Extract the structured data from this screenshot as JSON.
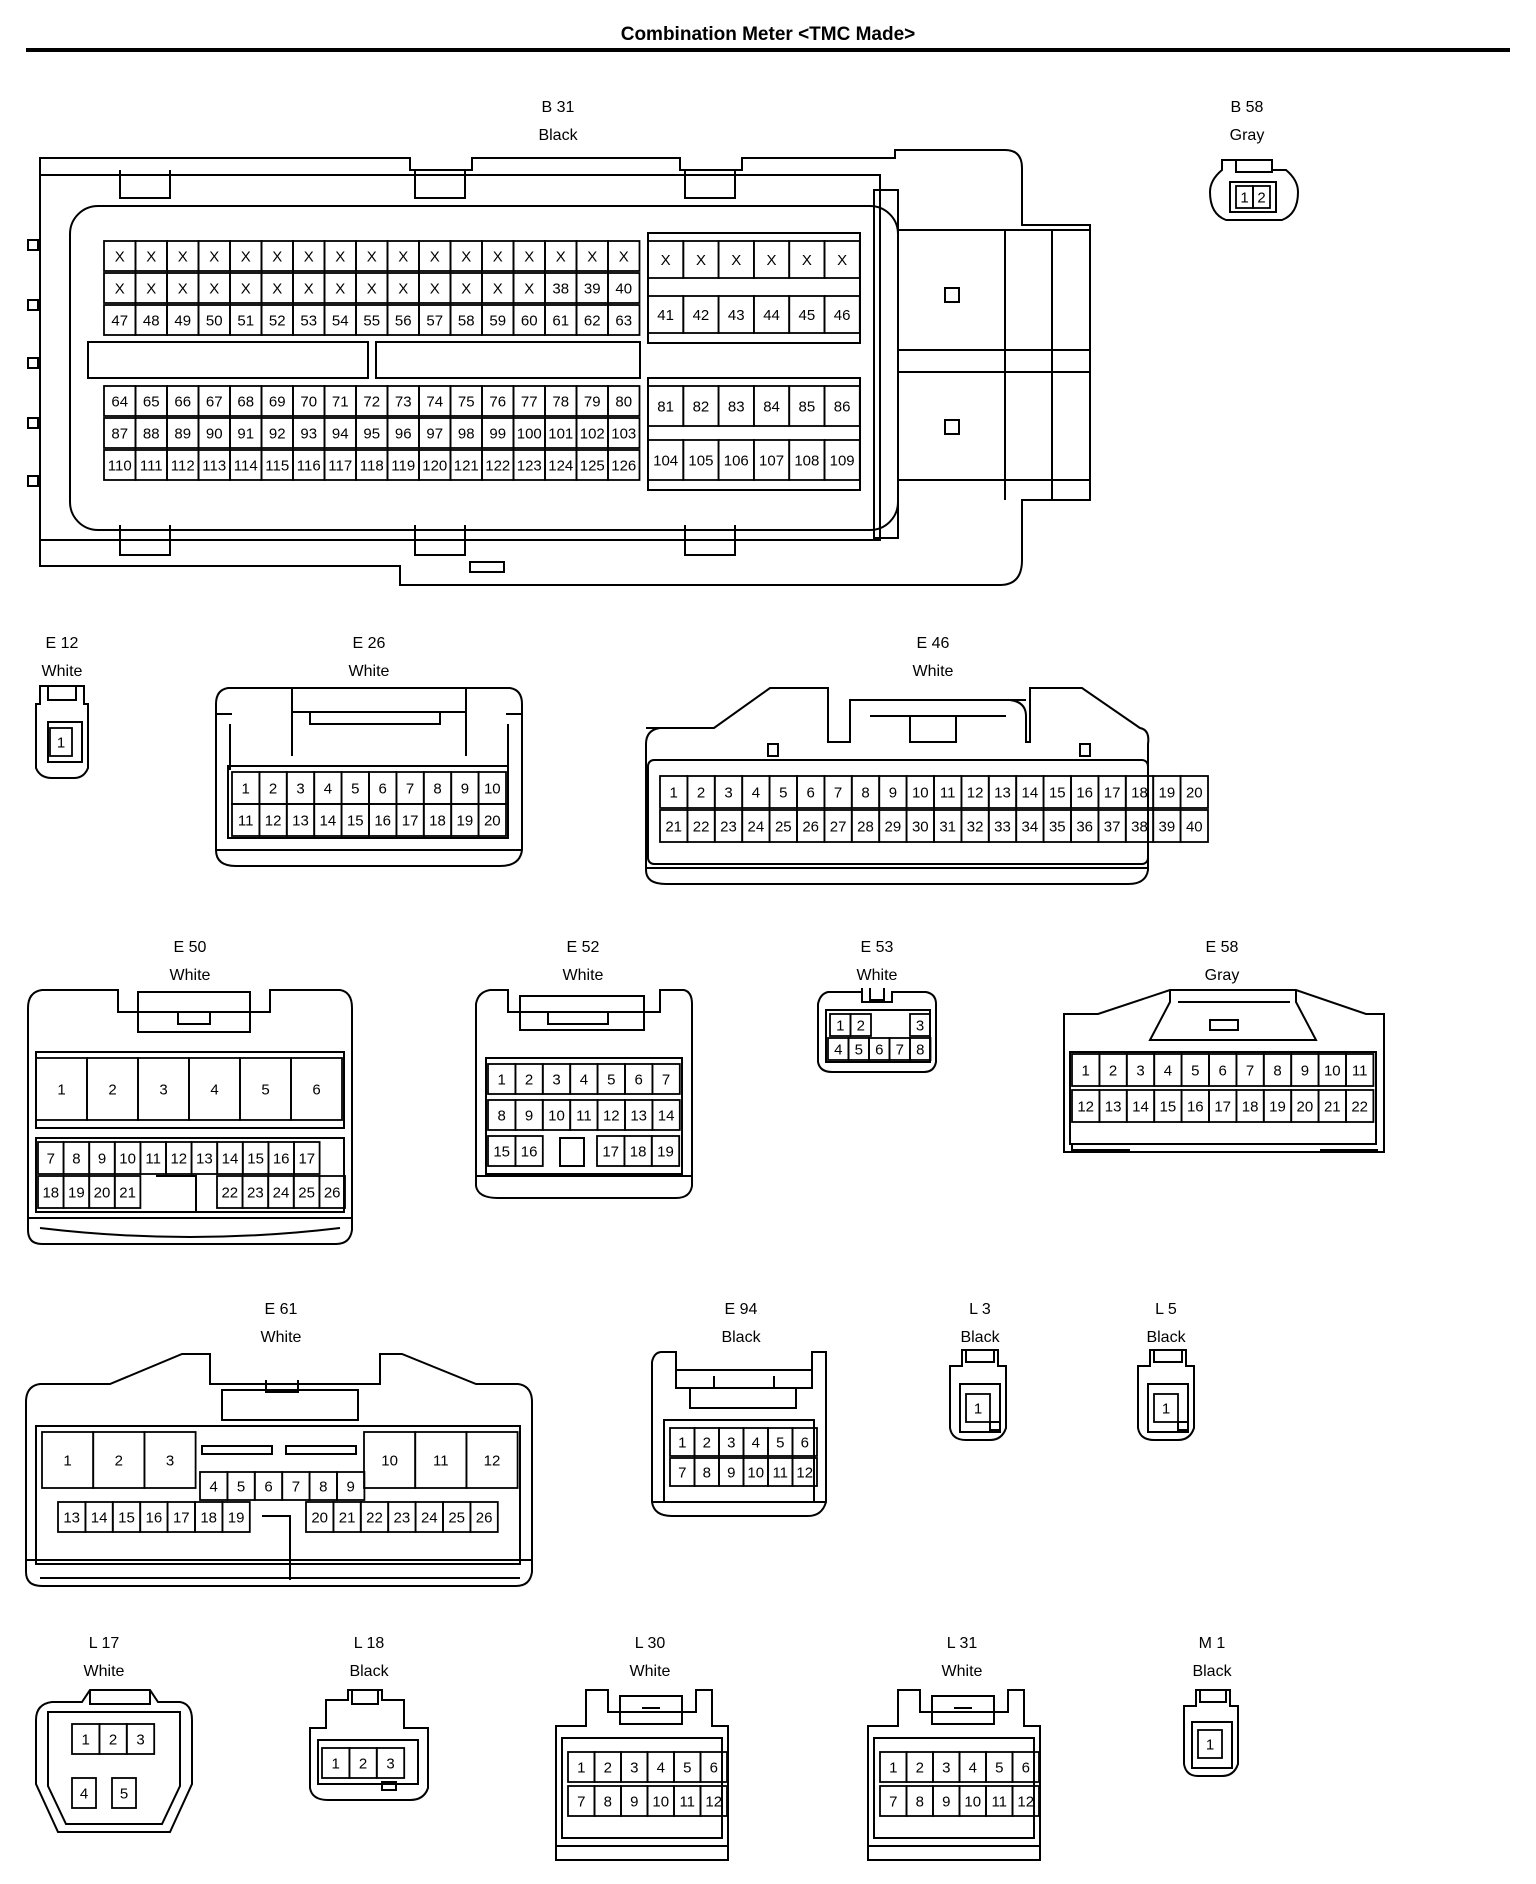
{
  "title": "Combination Meter <TMC Made>",
  "connectors": {
    "B31": {
      "code": "B 31",
      "color": "Black"
    },
    "B58": {
      "code": "B 58",
      "color": "Gray"
    },
    "E12": {
      "code": "E 12",
      "color": "White"
    },
    "E26": {
      "code": "E 26",
      "color": "White"
    },
    "E46": {
      "code": "E 46",
      "color": "White"
    },
    "E50": {
      "code": "E 50",
      "color": "White"
    },
    "E52": {
      "code": "E 52",
      "color": "White"
    },
    "E53": {
      "code": "E 53",
      "color": "White"
    },
    "E58": {
      "code": "E 58",
      "color": "Gray"
    },
    "E61": {
      "code": "E 61",
      "color": "White"
    },
    "E94": {
      "code": "E 94",
      "color": "Black"
    },
    "L3": {
      "code": "L 3",
      "color": "Black"
    },
    "L5": {
      "code": "L 5",
      "color": "Black"
    },
    "L17": {
      "code": "L 17",
      "color": "White"
    },
    "L18": {
      "code": "L 18",
      "color": "Black"
    },
    "L30": {
      "code": "L 30",
      "color": "White"
    },
    "L31": {
      "code": "L 31",
      "color": "White"
    },
    "M1": {
      "code": "M 1",
      "color": "Black"
    }
  },
  "unused_pin_mark": "X"
}
